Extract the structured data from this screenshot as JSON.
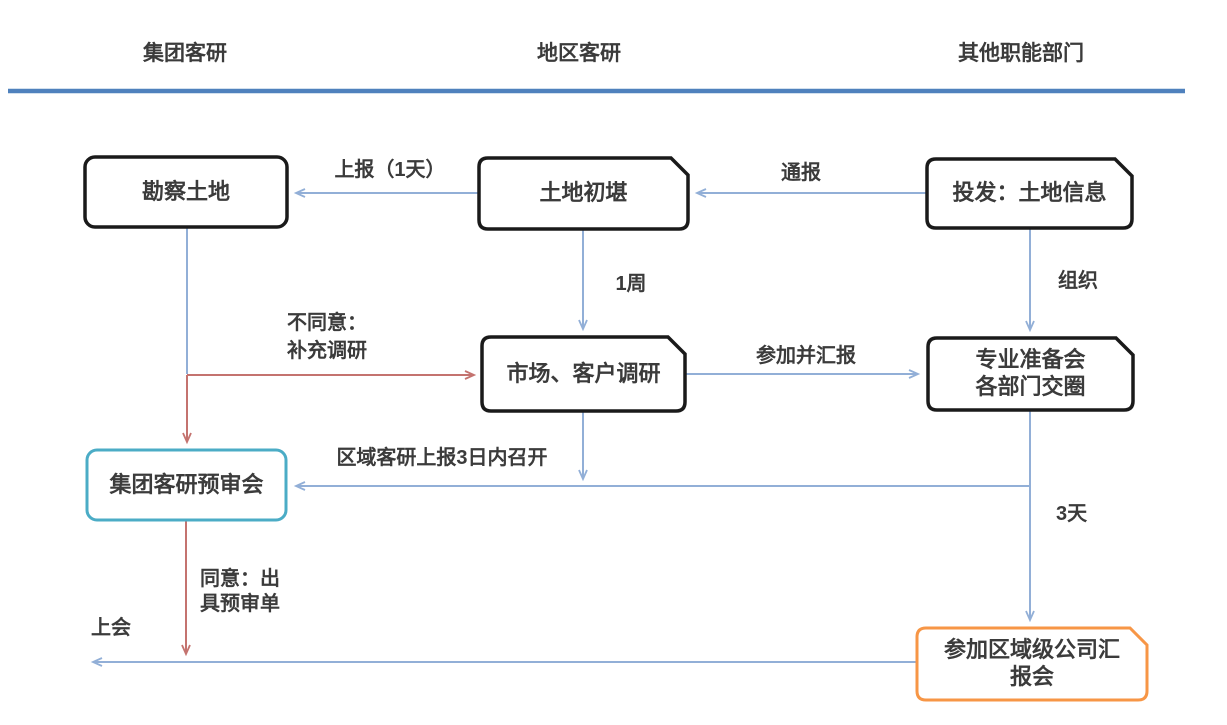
{
  "diagram": {
    "title": "land-research-process-flowchart",
    "lanes": {
      "group": "集团客研",
      "region": "地区客研",
      "other": "其他职能部门"
    },
    "nodes": {
      "survey_land": "勘察土地",
      "initial_survey": "土地初堪",
      "invest_land_info": "投发：土地信息",
      "market_customer_research": "市场、客户调研",
      "prep_meeting": "专业准备会\n各部门交圈",
      "group_pre_review": "集团客研预审会",
      "regional_report_meeting": "参加区域级公司汇\n报会"
    },
    "edge_labels": {
      "report_one_day": "上报（1天）",
      "notify": "通报",
      "one_week": "1周",
      "organize": "组织",
      "attend_and_report": "参加并汇报",
      "disagree_supplement": "不同意：\n补充调研",
      "regional_within_3days": "区域客研上报3日内召开",
      "three_days": "3天",
      "agree_issue_form": "同意：出\n具预审单",
      "to_meeting": "上会"
    },
    "colors": {
      "divider_blue": "#4F81BD",
      "arrow_blue": "#92AFD7",
      "arrow_red": "#C4736F",
      "node_border_black": "#1A1A1A",
      "pre_review_teal": "#4BACC6",
      "report_orange": "#F79646",
      "text": "#3B3B3B",
      "background": "#FFFFFF"
    }
  }
}
